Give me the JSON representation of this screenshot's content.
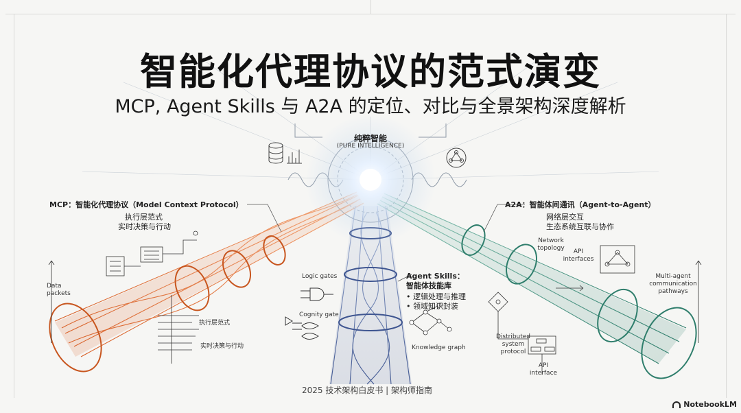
{
  "header": {
    "title": "智能化代理协议的范式演变",
    "subtitle": "MCP, Agent Skills 与 A2A 的定位、对比与全景架构深度解析"
  },
  "center": {
    "label_cn": "纯粹智能",
    "label_en": "(PURE INTELLIGENCE)"
  },
  "mcp": {
    "title": "MCP：智能化代理协议（Model Context Protocol）",
    "desc_1": "执行层范式",
    "desc_2": "实时决策与行动",
    "data_packets": "Data packets",
    "tag_1": "执行层范式",
    "tag_2": "实时决策与行动"
  },
  "skills": {
    "title": "Agent Skills：",
    "subtitle": "智能体技能库",
    "bullet_1": "• 逻辑处理与推理",
    "bullet_2": "• 领域知识封装",
    "logic_gates": "Logic gates",
    "cognity_gate": "Cognity gate",
    "knowledge_graph": "Knowledge graph"
  },
  "a2a": {
    "title": "A2A：智能体间通讯（Agent-to-Agent）",
    "desc_1": "网络层交互",
    "desc_2": "生态系统互联与协作",
    "network_topology": "Network topology",
    "api_interfaces": "API interfaces",
    "multi_agent": "Multi-agent communication pathways",
    "distributed": "Distributed system protocol",
    "api_interface": "API interface"
  },
  "footer": {
    "text": "2025 技术架构白皮书 | 架构师指南",
    "brand": "NotebookLM"
  },
  "colors": {
    "mcp": "#e0743a",
    "a2a": "#3f8f7c",
    "skills": "#5b6fa0"
  }
}
